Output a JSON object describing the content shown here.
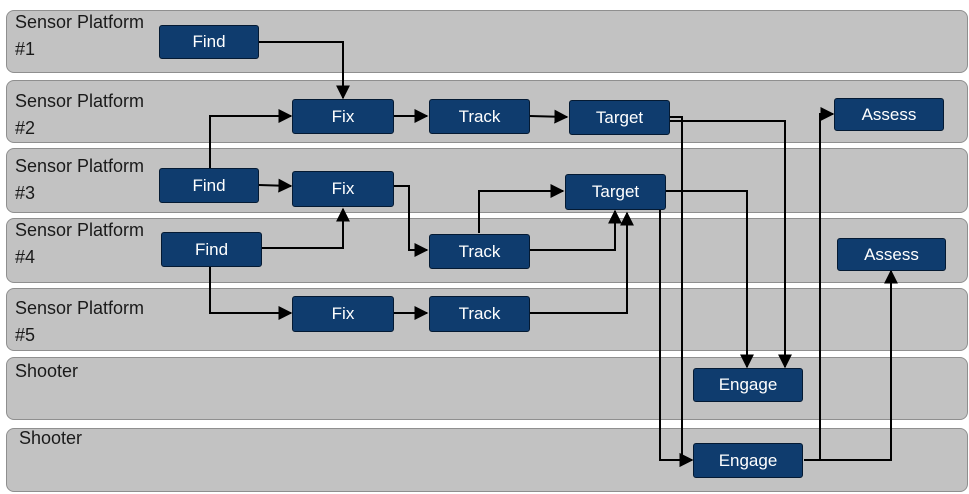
{
  "lanes": [
    {
      "line1": "Sensor Platform",
      "line2": "#1"
    },
    {
      "line1": "Sensor Platform",
      "line2": "#2"
    },
    {
      "line1": "Sensor Platform",
      "line2": "#3"
    },
    {
      "line1": "Sensor Platform",
      "line2": "#4"
    },
    {
      "line1": "Sensor Platform",
      "line2": "#5"
    },
    {
      "line1": "Shooter",
      "line2": ""
    },
    {
      "line1": "Shooter",
      "line2": ""
    }
  ],
  "nodes": {
    "find1": "Find",
    "fix2": "Fix",
    "track2": "Track",
    "target2": "Target",
    "assess2": "Assess",
    "find3": "Find",
    "fix3": "Fix",
    "target3": "Target",
    "find4": "Find",
    "track4": "Track",
    "assess4": "Assess",
    "fix5": "Fix",
    "track5": "Track",
    "engage6": "Engage",
    "engage7": "Engage"
  },
  "colors": {
    "lane_fill": "#c2c2c2",
    "node_fill": "#0f3c6e",
    "arrow": "#000000"
  }
}
